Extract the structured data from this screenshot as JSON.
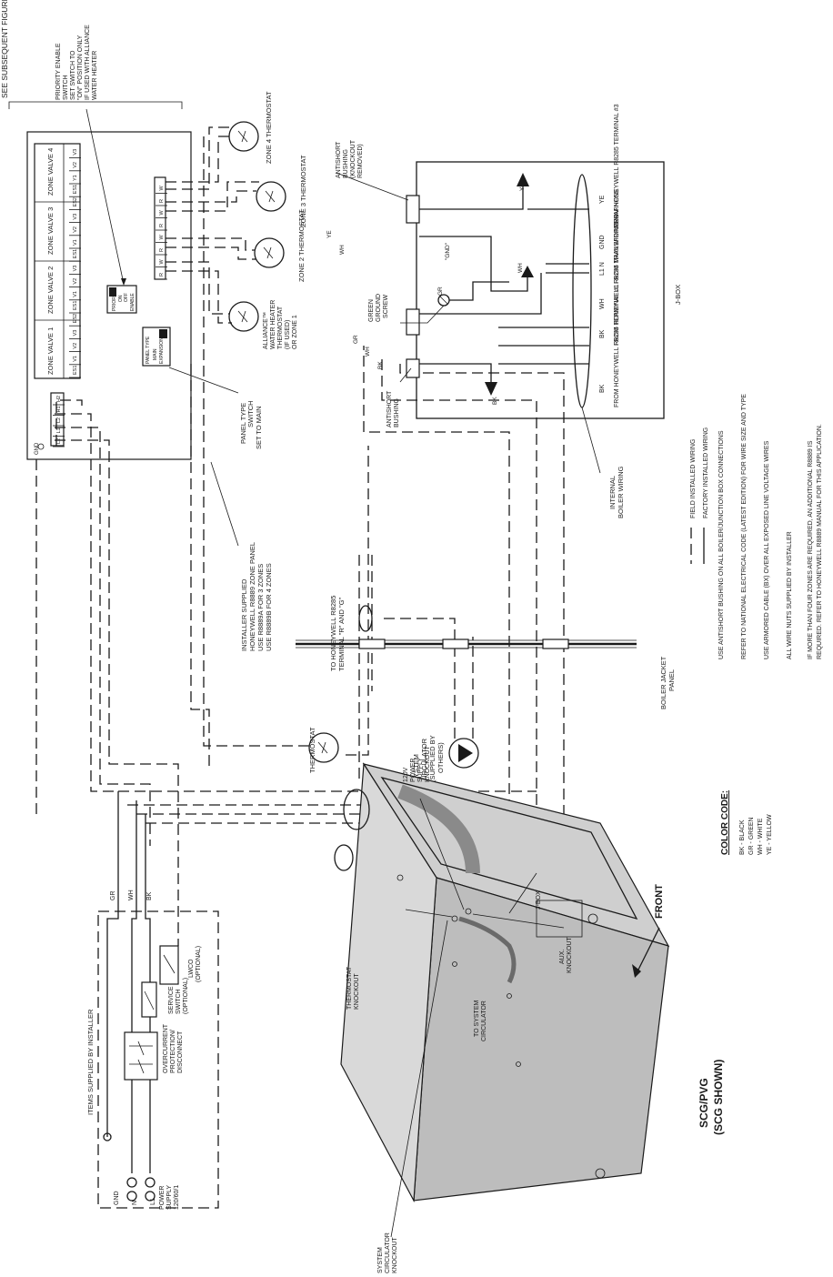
{
  "labels": {
    "see_subsequent": "SEE SUBSEQUENT FIGURE FOR ZONE VALVE WIRING DETAIL",
    "priority_note_1": "PRIORITY ENABLE",
    "priority_note_2": "SWITCH",
    "priority_note_3": "SET SWITCH TO",
    "priority_note_4": "\"ON\" POSITION ONLY",
    "priority_note_5": "IF USED WITH ALLIANCE",
    "priority_note_6": "WATER HEATER",
    "zone_valve_1": "ZONE VALVE 1",
    "zone_valve_2": "ZONE VALVE 2",
    "zone_valve_3": "ZONE VALVE 3",
    "zone_valve_4": "ZONE VALVE 4",
    "terminal_row": [
      "ES1",
      "V1",
      "V2",
      "V3",
      "ES2",
      "ES1",
      "V1",
      "V2",
      "V3",
      "ES1",
      "V1",
      "V2",
      "V3",
      "ES2",
      "ES1",
      "Y1",
      "V2",
      "V3"
    ],
    "power_terminals": [
      "L2",
      "L1",
      "L2",
      "H1",
      "H2"
    ],
    "gnd": "GND",
    "priority_switch": "PRIORITY",
    "priority_on": "ON",
    "priority_off": "OFF",
    "priority_enable": "ENABLE",
    "panel_type": "PANEL TYPE",
    "panel_main": "MAIN",
    "panel_expansion": "EXPANSION",
    "thermo_terminals": [
      "R",
      "W",
      "R",
      "W",
      "R",
      "W",
      "R",
      "W"
    ],
    "zone4_thermostat": "ZONE 4 THERMOSTAT",
    "zone3_thermostat": "ZONE 3 THERMOSTAT",
    "zone2_thermostat": "ZONE 2 THERMOSTAT",
    "alliance_1": "ALLIANCE™",
    "alliance_2": "WATER HEATER",
    "alliance_3": "THERMOSTAT",
    "alliance_4": "(IF USED)",
    "alliance_5": "OR ZONE 1",
    "panel_type_switch_1": "PANEL TYPE",
    "panel_type_switch_2": "SWITCH",
    "panel_type_switch_3": "SET TO MAIN",
    "installer_panel_1": "INSTALLER SUPPLIED",
    "installer_panel_2": "HONEYWELL R8889 ZONE PANEL",
    "installer_panel_3": "USE R8889A FOR 3 ZONES",
    "installer_panel_4": "USE R8889B FOR 4 ZONES",
    "to_honeywell_1": "TO HONEYWELL R8285",
    "to_honeywell_2": "TERMINAL \"R\" AND \"G\"",
    "thermostat": "THERMOSTAT",
    "system_circ_1": "SYSTEM",
    "system_circ_2": "CIRCULATOR",
    "system_circ_3": "(SUPPLIED BY",
    "system_circ_4": "OTHERS)",
    "boiler_jacket_1": "BOILER JACKET",
    "boiler_jacket_2": "PANEL",
    "antishort_top_1": "ANTISHORT",
    "antishort_top_2": "BUSHING",
    "antishort_top_3": "(KNOCKOUT",
    "antishort_top_4": "REMOVED)",
    "antishort_bot_1": "ANTISHORT",
    "antishort_bot_2": "BUSHING",
    "green_screw_1": "GREEN",
    "green_screw_2": "GROUND",
    "green_screw_3": "SCREW",
    "gr": "GR",
    "gnd_quote": "\"GND\"",
    "ye": "YE",
    "wh": "WH",
    "bk": "BK",
    "jbox": "J-BOX",
    "term_cols": [
      "BK",
      "BK",
      "WH",
      "L1 N",
      "GND",
      "YE"
    ],
    "from_t1": "FROM HONEYWELL R8285 TERMINAL #1",
    "from_transformer": "FROM HONEYWELL R8285 TRANSFORMER",
    "from_main": "FROM MAIN WIRING HARNESS",
    "from_t3": "FROM HONEYWELL R8285 TERMINAL #3",
    "internal_1": "INTERNAL",
    "internal_2": "BOILER WIRING",
    "legend_field": "FIELD INSTALLED WIRING",
    "legend_factory": "FACTORY INSTALLED WIRING",
    "note1": "USE ANTISHORT BUSHING ON ALL BOILER/JUNCTION BOX CONNECTIONS",
    "note2": "REFER TO NATIONAL ELECTRICAL CODE (LATEST EDITION) FOR WIRE SIZE AND TYPE",
    "note3": "USE ARMORED CABLE (BX) OVER ALL EXPOSED LINE VOLTAGE WIRES",
    "note4": "ALL WIRE NUTS SUPPLIED BY INSTALLER",
    "note5a": "IF MORE THAN FOUR ZONES ARE REQUIRED, AN ADDITIONAL R8889 IS",
    "note5b": "REQUIRED. REFER TO HONEYWELL R8889 MANUAL FOR THIS APPLICATION.",
    "color_code_title": "COLOR CODE:",
    "color_codes": [
      "BK - BLACK",
      "GR - GREEN",
      "WH - WHITE",
      "YE - YELLOW"
    ],
    "items_supplied": "ITEMS SUPPLIED BY INSTALLER",
    "power_gnd": "GND",
    "power_n": "N",
    "power_l1": "L1",
    "power_supply_1": "POWER",
    "power_supply_2": "SUPPLY",
    "power_supply_3": "120/60/1",
    "overcurrent_1": "OVERCURRENT",
    "overcurrent_2": "PROTECTION/",
    "overcurrent_3": "DISCONNECT",
    "service_1": "SERVICE",
    "service_2": "SWITCH",
    "service_3": "(OPTIONAL)",
    "lwco_1": "LWCO",
    "lwco_2": "(OPTIONAL)",
    "wire_gr": "GR",
    "wire_wh": "WH",
    "wire_bk": "BK",
    "power_ko_1": "120V",
    "power_ko_2": "POWER",
    "power_ko_3": "SUPPLY",
    "power_ko_4": "KNOCKOUT",
    "jbox2": "J-BOX",
    "front": "FRONT",
    "thermostat_ko_1": "THERMOSTAT",
    "thermostat_ko_2": "KNOCKOUT",
    "to_sys_circ_1": "TO SYSTEM",
    "to_sys_circ_2": "CIRCULATOR",
    "aux_ko_1": "AUX.",
    "aux_ko_2": "KNOCKOUT",
    "sys_circ_ko_1": "SYSTEM",
    "sys_circ_ko_2": "CIRCULATOR",
    "sys_circ_ko_3": "KNOCKOUT",
    "model_1": "SCG/PVG",
    "model_2": "(SCG SHOWN)"
  }
}
